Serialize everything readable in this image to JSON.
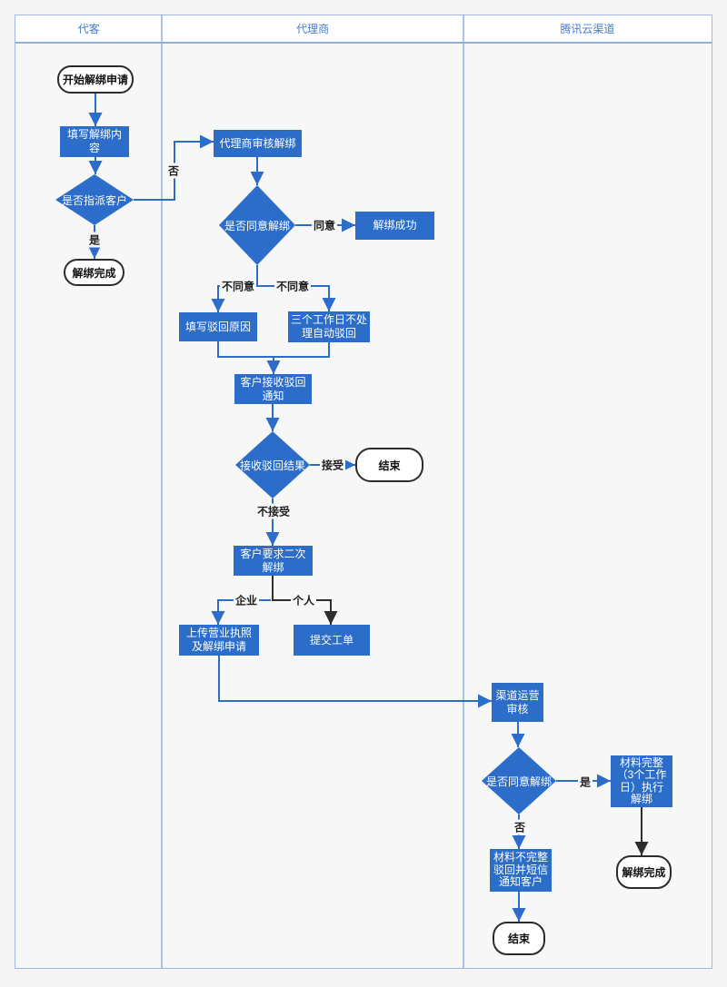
{
  "colors": {
    "shape_fill": "#2b6dc8",
    "connector_blue": "#2b6dc8",
    "connector_black": "#2e2e2e",
    "lane_border": "#8fafdf",
    "header_text": "#4a7bce",
    "lane_background": "#f7f7f8",
    "terminal_border": "#2b2b2b"
  },
  "lanes": [
    {
      "label": "代客"
    },
    {
      "label": "代理商"
    },
    {
      "label": "腾讯云渠道"
    }
  ],
  "nodes": {
    "start": {
      "text": "开始解绑申请"
    },
    "fill_content": {
      "text": "填写解绑内\n容"
    },
    "assign_decision": {
      "text": "是否指派客户"
    },
    "unbind_done_agent": {
      "text": "解绑完成"
    },
    "agent_review": {
      "text": "代理商审核解绑"
    },
    "agree_decision_agent": {
      "text": "是否同意解绑"
    },
    "unbind_success": {
      "text": "解绑成功"
    },
    "fill_reject_reason": {
      "text": "填写驳回原因"
    },
    "auto_reject": {
      "text": "三个工作日不处\n理自动驳回"
    },
    "customer_receive_notice": {
      "text": "客户接收驳回\n通知"
    },
    "receive_result_decision": {
      "text": "接收驳回结果"
    },
    "end_agent": {
      "text": "结束"
    },
    "second_unbind_request": {
      "text": "客户要求二次\n解绑"
    },
    "upload_license": {
      "text": "上传营业执照\n及解绑申请"
    },
    "submit_ticket": {
      "text": "提交工单"
    },
    "channel_review": {
      "text": "渠道运营\n审核"
    },
    "agree_decision_channel": {
      "text": "是否同意解绑"
    },
    "material_complete": {
      "text": "材料完整\n（3个工作\n日）执行\n解绑"
    },
    "unbind_done_channel": {
      "text": "解绑完成"
    },
    "material_incomplete": {
      "text": "材料不完整\n驳回并短信\n通知客户"
    },
    "end_channel": {
      "text": "结束"
    }
  },
  "edges": {
    "no_assign": {
      "label": "否"
    },
    "yes_assign": {
      "label": "是"
    },
    "agree": {
      "label": "同意"
    },
    "disagree_left": {
      "label": "不同意"
    },
    "disagree_right": {
      "label": "不同意"
    },
    "accept": {
      "label": "接受"
    },
    "not_accept": {
      "label": "不接受"
    },
    "enterprise": {
      "label": "企业"
    },
    "personal": {
      "label": "个人"
    },
    "yes_channel": {
      "label": "是"
    },
    "no_channel": {
      "label": "否"
    }
  }
}
